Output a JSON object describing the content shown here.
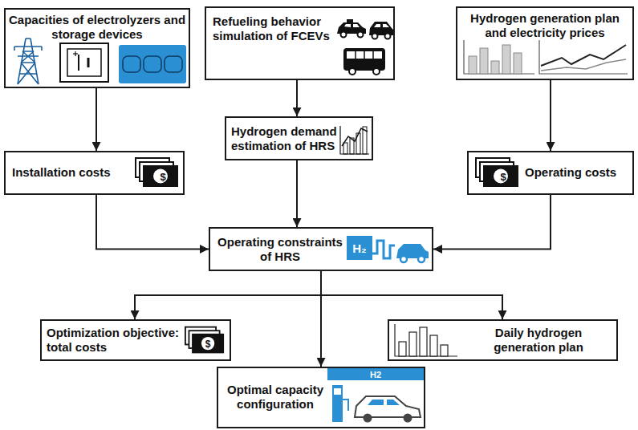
{
  "diagram": {
    "nodes": [
      {
        "text": [
          "Capacities of electrolyzers and storage devices"
        ]
      },
      {
        "text": [
          "Refueling behavior simulation of FCEVs"
        ]
      },
      {
        "text": [
          "Hydrogen generation plan and electricity prices"
        ]
      },
      {
        "text": [
          "Installation costs"
        ]
      },
      {
        "text": [
          "Hydrogen demand estimation of HRS"
        ]
      },
      {
        "text": [
          "Operating costs"
        ]
      },
      {
        "text": [
          "Operating constraints of HRS"
        ]
      },
      {
        "text": [
          "Optimization objective: total costs"
        ]
      },
      {
        "text": [
          "Daily hydrogen generation plan"
        ]
      },
      {
        "text": [
          "Optimal capacity configuration"
        ]
      }
    ],
    "edges": [
      {
        "from": 0,
        "to": 3,
        "arrow": "to"
      },
      {
        "from": 1,
        "to": 4,
        "arrow": "to"
      },
      {
        "from": 2,
        "to": 5,
        "arrow": "to"
      },
      {
        "from": 3,
        "to": 6,
        "arrow": "to"
      },
      {
        "from": 4,
        "to": 6,
        "arrow": "to"
      },
      {
        "from": 5,
        "to": 6,
        "arrow": "to"
      },
      {
        "from": 6,
        "to": 7,
        "arrow": "to"
      },
      {
        "from": 6,
        "to": 8,
        "arrow": "to"
      },
      {
        "from": 6,
        "to": 9,
        "arrow": "to"
      }
    ],
    "labels": [
      "$",
      "$",
      "$",
      "H₂",
      "H2"
    ]
  }
}
